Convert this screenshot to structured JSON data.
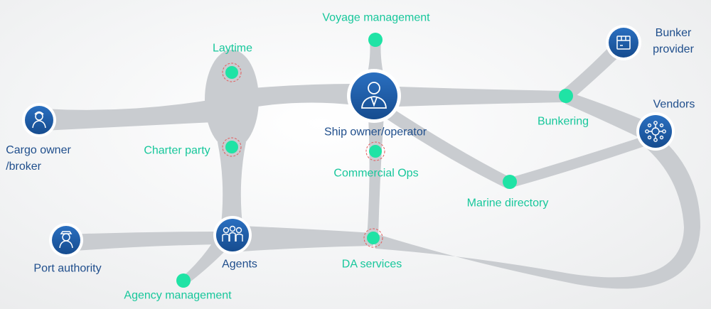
{
  "colors": {
    "actor_blue": "#1b5aa6",
    "process_green": "#1fe3a5",
    "ring_red": "#e4595a",
    "flow_gray": "#c9ccd0",
    "actor_label": "#1f4e8c",
    "process_label": "#17c79b"
  },
  "actors": {
    "cargo_owner": {
      "label": "Cargo owner\n/broker",
      "icon": "worker-icon"
    },
    "port_authority": {
      "label": "Port authority",
      "icon": "officer-icon"
    },
    "agents": {
      "label": "Agents",
      "icon": "group-icon"
    },
    "ship_owner": {
      "label": "Ship owner/operator",
      "icon": "businessman-icon"
    },
    "bunker_provider": {
      "label": "Bunker\nprovider",
      "icon": "box-icon"
    },
    "vendors": {
      "label": "Vendors",
      "icon": "network-icon"
    }
  },
  "processes": {
    "laytime": {
      "label": "Laytime"
    },
    "charter_party": {
      "label": "Charter party"
    },
    "voyage_management": {
      "label": "Voyage management"
    },
    "commercial_ops": {
      "label": "Commercial Ops"
    },
    "bunkering": {
      "label": "Bunkering"
    },
    "marine_directory": {
      "label": "Marine directory"
    },
    "da_services": {
      "label": "DA services"
    },
    "agency_management": {
      "label": "Agency management"
    }
  }
}
